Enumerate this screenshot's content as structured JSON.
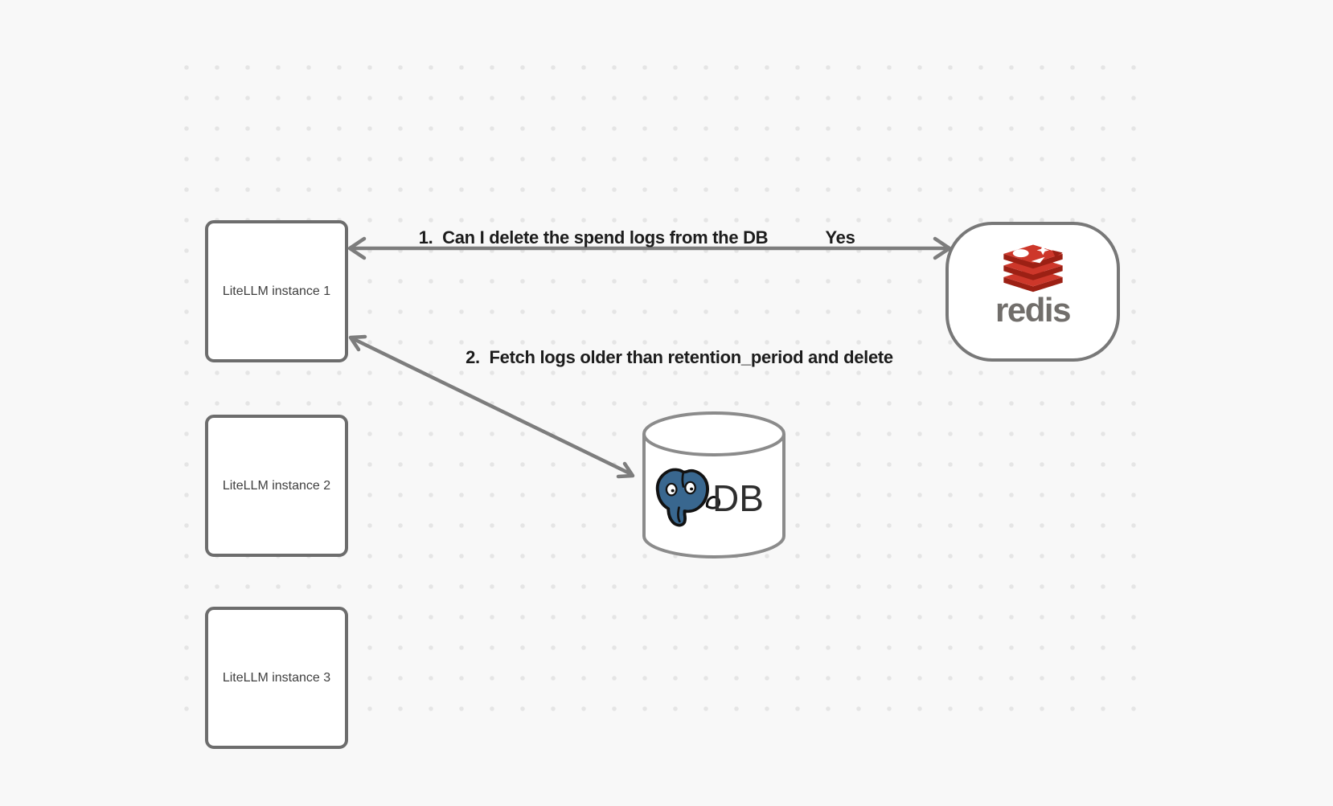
{
  "nodes": {
    "instances": [
      {
        "label": "LiteLLM instance 1"
      },
      {
        "label": "LiteLLM instance 2"
      },
      {
        "label": "LiteLLM instance 3"
      }
    ],
    "redis": {
      "wordmark": "redis",
      "logo_icon": "redis-stack-logo"
    },
    "db": {
      "label": "DB",
      "logo_icon": "postgresql-elephant-logo"
    }
  },
  "edges": {
    "edge1": {
      "label": "1.  Can I delete the spend logs from the DB",
      "answer": "Yes"
    },
    "edge2": {
      "label": "2.  Fetch logs older than retention_period and delete"
    }
  },
  "colors": {
    "background": "#f8f8f8",
    "grid_dot": "#e5e5e5",
    "node_border": "#6d6d6d",
    "arrow": "#7d7d7d",
    "edge_label_text": "#1c1c1c",
    "node_label_text": "#3f3f3f",
    "redis_red": "#cd372a",
    "redis_dark_red": "#9c2014",
    "redis_wordmark_gray": "#716e6b",
    "postgres_blue": "#39678f"
  }
}
